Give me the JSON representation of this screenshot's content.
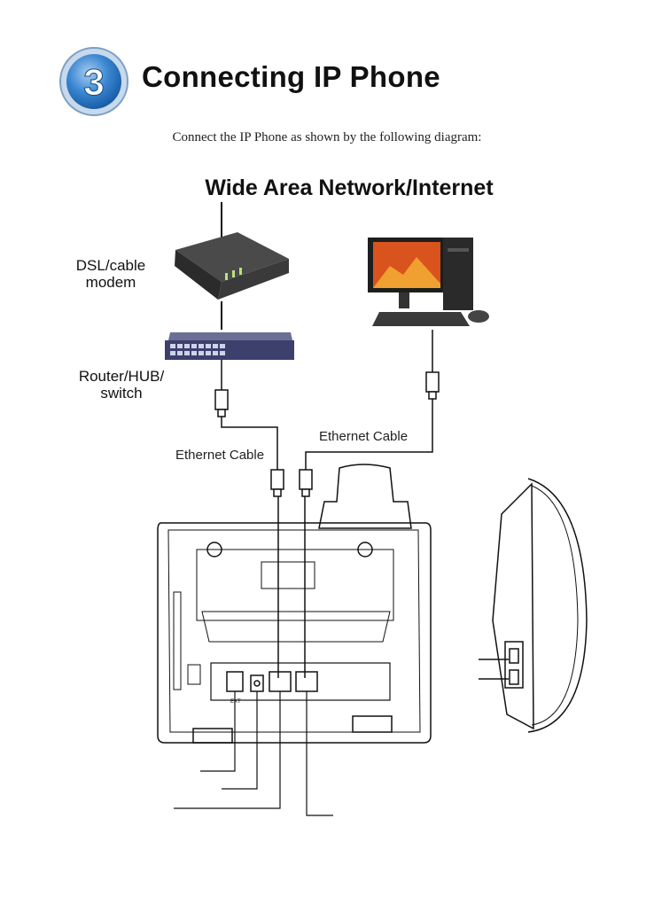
{
  "step": {
    "number": "3",
    "title": "Connecting IP Phone"
  },
  "intro": "Connect the IP Phone as shown by the following diagram:",
  "diagram": {
    "network_title": "Wide Area Network/Internet",
    "modem_label": "DSL/cable\nmodem",
    "router_label": "Router/HUB/\nswitch",
    "cable_labels": [
      "Ethernet Cable",
      "Ethernet Cable"
    ],
    "phone_port_labels": [
      "EXT"
    ]
  },
  "colors": {
    "badge": "#1e6fc0",
    "badge_light": "#7fb3e8",
    "line": "#111111",
    "screen": "#d9531e"
  }
}
